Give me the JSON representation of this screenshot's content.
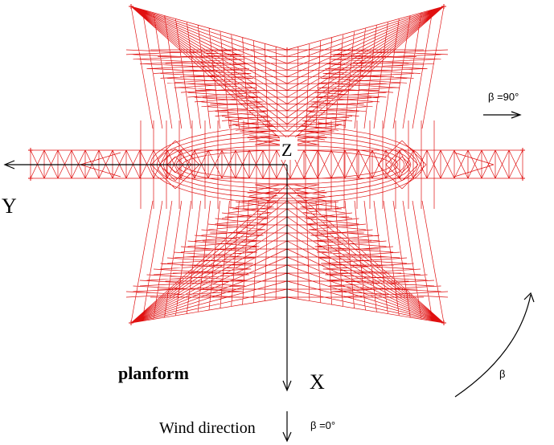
{
  "figure": {
    "labels": {
      "axis_y": "Y",
      "axis_z": "Z",
      "axis_x": "X",
      "planform": "planform",
      "beta_90": "β =90°",
      "beta": "β",
      "wind_direction": "Wind direction",
      "beta_0": "β =0°"
    },
    "colors": {
      "structure": "#e01010",
      "axes": "#000000",
      "background": "#ffffff"
    }
  }
}
